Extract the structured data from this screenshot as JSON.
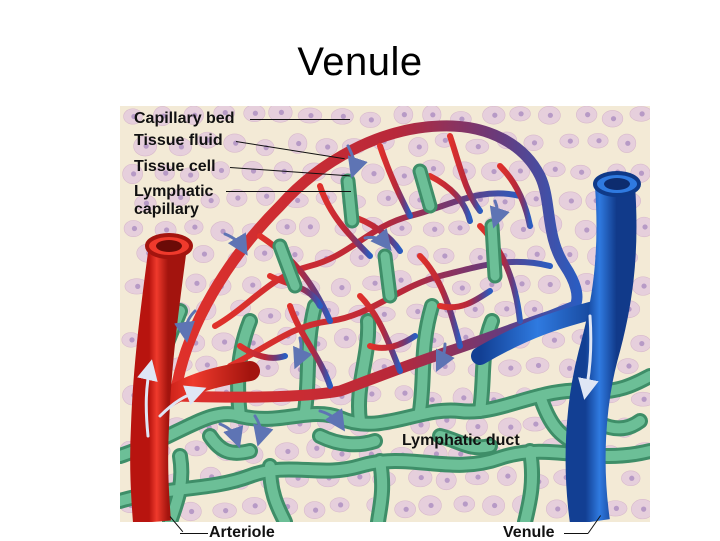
{
  "slide": {
    "title": "Venule"
  },
  "diagram": {
    "labels": {
      "capillary_bed": "Capillary bed",
      "tissue_fluid": "Tissue fluid",
      "tissue_cell": "Tissue cell",
      "lymphatic_capillary_line1": "Lymphatic",
      "lymphatic_capillary_line2": "capillary",
      "lymphatic_duct": "Lymphatic duct",
      "arteriole": "Arteriole",
      "venule": "Venule"
    },
    "colors": {
      "background": "#f3ead6",
      "cell": "#e3c9d8",
      "cell_nucleus": "#b79ac6",
      "arteriole": "#e2231a",
      "capillary_red": "#d9352b",
      "capillary_mid": "#7a3566",
      "venule": "#1f63c9",
      "lymphatic": "#5fb08a",
      "lymphatic_dark": "#3e8e68",
      "flow_arrow": "#6d7fb8"
    }
  }
}
